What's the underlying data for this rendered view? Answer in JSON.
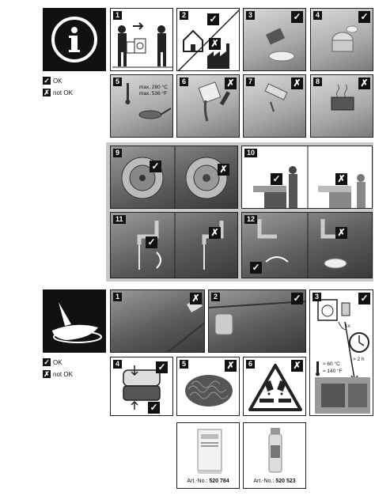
{
  "legend": {
    "ok": "OK",
    "not_ok": "not OK"
  },
  "panels_top": [
    {
      "n": "1"
    },
    {
      "n": "2"
    },
    {
      "n": "3"
    },
    {
      "n": "4"
    },
    {
      "n": "5",
      "temp1": "max. 280 °C",
      "temp2": "max. 536 °F"
    },
    {
      "n": "6"
    },
    {
      "n": "7"
    },
    {
      "n": "8"
    }
  ],
  "panels_mid": [
    {
      "n": "9"
    },
    {
      "n": "10"
    },
    {
      "n": "11"
    },
    {
      "n": "12"
    }
  ],
  "panels_care": [
    {
      "n": "1"
    },
    {
      "n": "2"
    },
    {
      "n": "3",
      "count": "1x",
      "time": "> 2 h",
      "t1": "≈ 60 °C",
      "t2": "≈ 140 °F"
    },
    {
      "n": "4"
    },
    {
      "n": "5"
    },
    {
      "n": "6"
    }
  ],
  "products": [
    {
      "label": "Art.-No.:",
      "number": "520 784"
    },
    {
      "label": "Art.-No.:",
      "number": "520 523"
    }
  ]
}
